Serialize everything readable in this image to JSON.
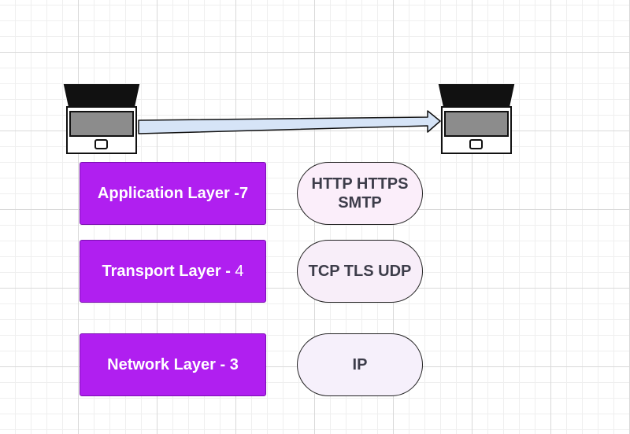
{
  "layers": [
    {
      "label": "Application Layer -7",
      "protocols": "HTTP HTTPS SMTP"
    },
    {
      "label": "Transport Layer - ",
      "num": "4",
      "protocols": "TCP TLS UDP"
    },
    {
      "label": "Network Layer - 3",
      "protocols": "IP"
    }
  ],
  "icons": {
    "source": "laptop-icon",
    "destination": "laptop-icon"
  },
  "colors": {
    "layer_box": "#b01ff0",
    "pill_fill": "#fbeefa",
    "arrow_fill": "#d6e4f7",
    "grid": "#d9d9d9"
  }
}
